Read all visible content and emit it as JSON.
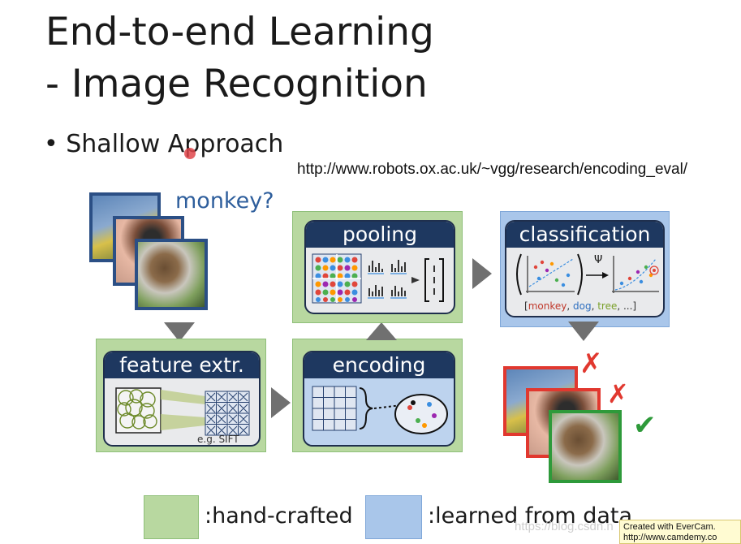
{
  "title": {
    "line1": "End-to-end Learning",
    "line2": "- Image Recognition"
  },
  "bullet": {
    "marker": "•",
    "text": "Shallow Approach"
  },
  "url": "http://www.robots.ox.ac.uk/~vgg/research/encoding_eval/",
  "input_query": "monkey?",
  "stages": {
    "feature": {
      "label": "feature extr.",
      "caption": "e.g. SIFT"
    },
    "encoding": {
      "label": "encoding"
    },
    "pooling": {
      "label": "pooling"
    },
    "classification": {
      "label": "classification",
      "psi": "Ψ"
    }
  },
  "class_list": {
    "open": "[",
    "monkey": "monkey",
    "comma1": ", ",
    "dog": "dog",
    "comma2": ", ",
    "tree": "tree",
    "rest": ", ...]"
  },
  "results": {
    "wrong1": "✗",
    "wrong2": "✗",
    "correct": "✔"
  },
  "legend": {
    "hand_crafted": ":hand-crafted",
    "learned": ":learned from data"
  },
  "watermark": "https://blog.csdn.n",
  "badge": {
    "line1": "Created with EverCam.",
    "line2": "http://www.camdemy.co"
  },
  "colors": {
    "hand_crafted": "#b8d8a0",
    "learned": "#a9c6ea",
    "header": "#1e3860",
    "wrong": "#e1382f",
    "correct": "#2e9a3a"
  }
}
